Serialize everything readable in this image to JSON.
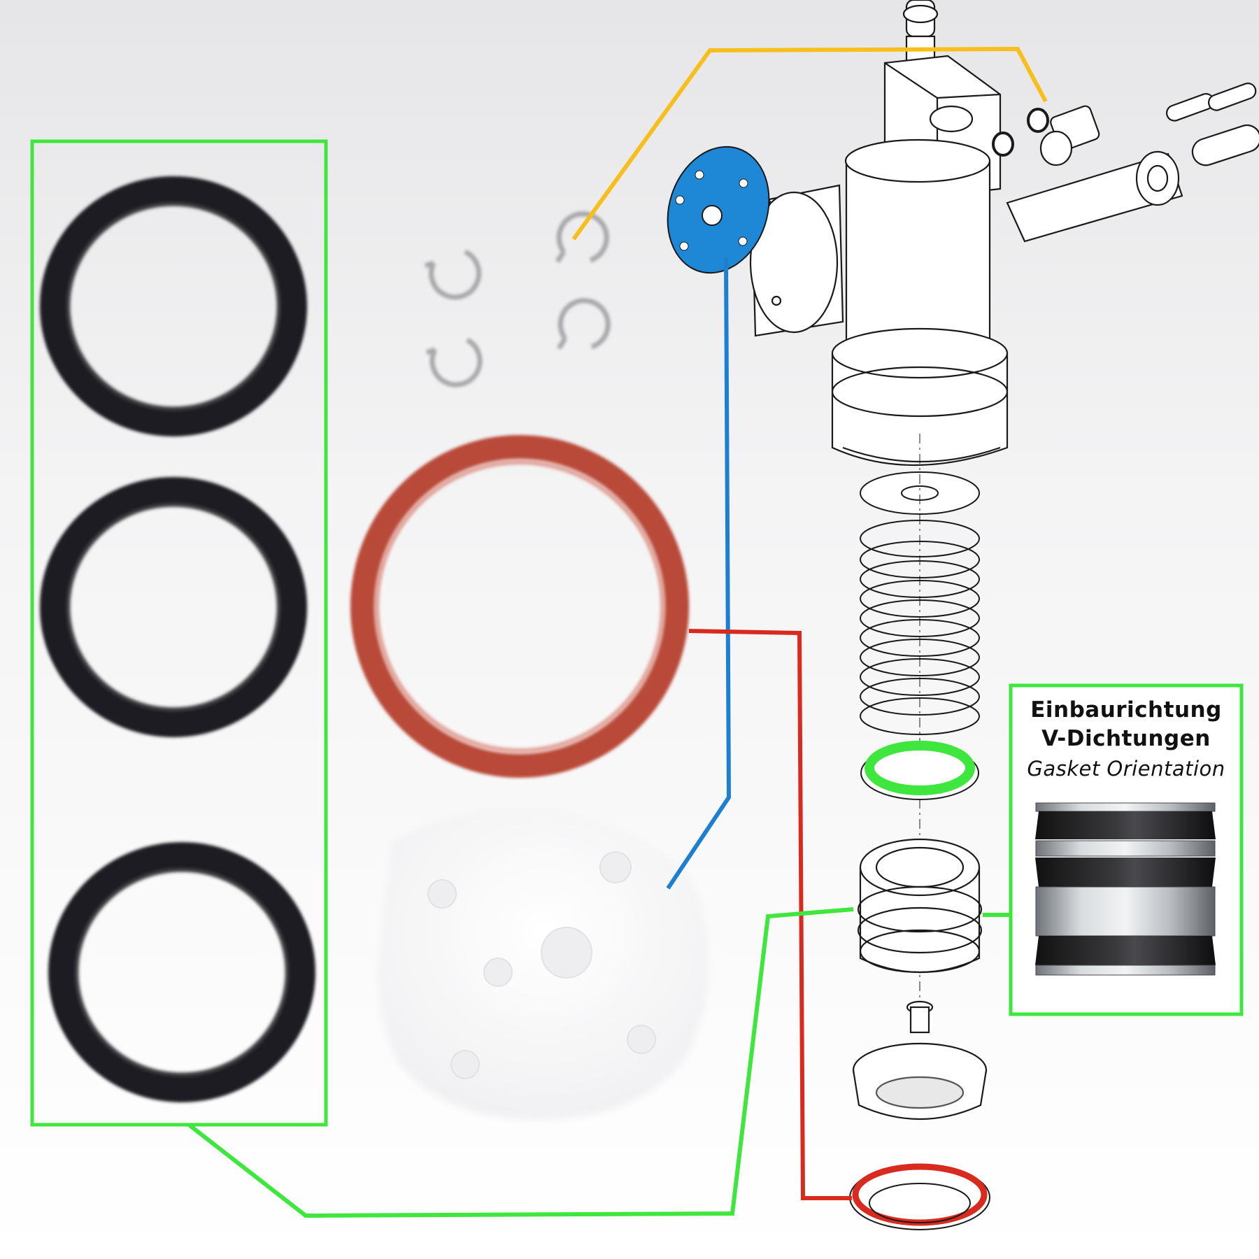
{
  "orientation_box": {
    "title_line1": "Einbaurichtung",
    "title_line2": "V-Dichtungen",
    "subtitle": "Gasket Orientation"
  },
  "colors": {
    "connector_green": "#3ee63e",
    "connector_orange": "#f8bf1c",
    "connector_blue": "#1c7fd0",
    "connector_red": "#d82a1e",
    "gasket_red": "#b94a38",
    "seal_black": "#2a2a2d",
    "plate_blue": "#1f88d6"
  },
  "parts": {
    "v_seals_black": 3,
    "circlips": 4
  }
}
